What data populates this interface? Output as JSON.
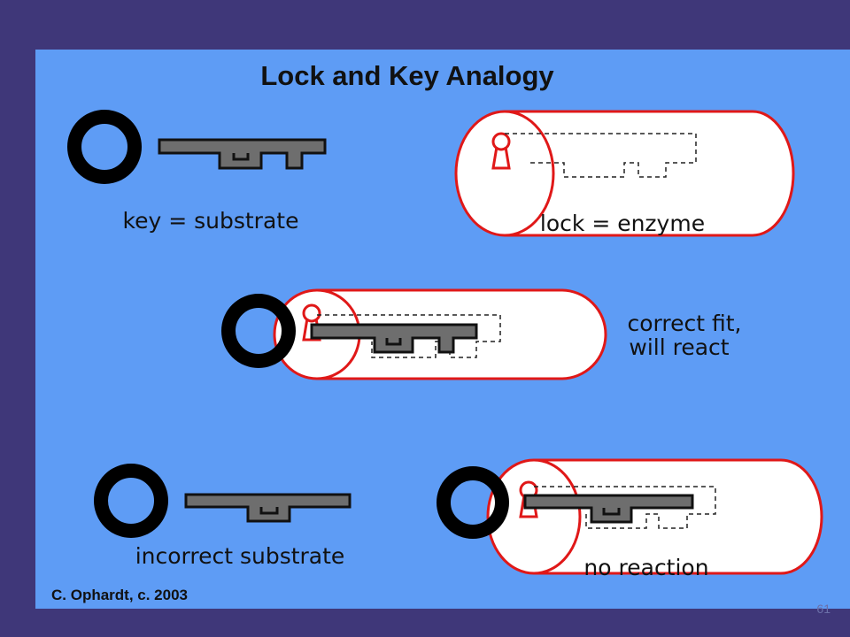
{
  "diagram": {
    "title": "Lock and Key Analogy",
    "labels": {
      "key": "key = substrate",
      "lock": "lock = enzyme",
      "fit_line1": "correct fit,",
      "fit_line2": "will react",
      "incorrect": "incorrect substrate",
      "no_reaction": "no reaction"
    },
    "credit": "C. Ophardt, c. 2003"
  },
  "slide": {
    "number": "61"
  },
  "colors": {
    "frame": "#3f3779",
    "panel": "#5e9cf5",
    "lock_outline": "#e01818",
    "key_fill": "#6e6e6e",
    "key_ring": "#000000",
    "lock_body": "#ffffff"
  }
}
